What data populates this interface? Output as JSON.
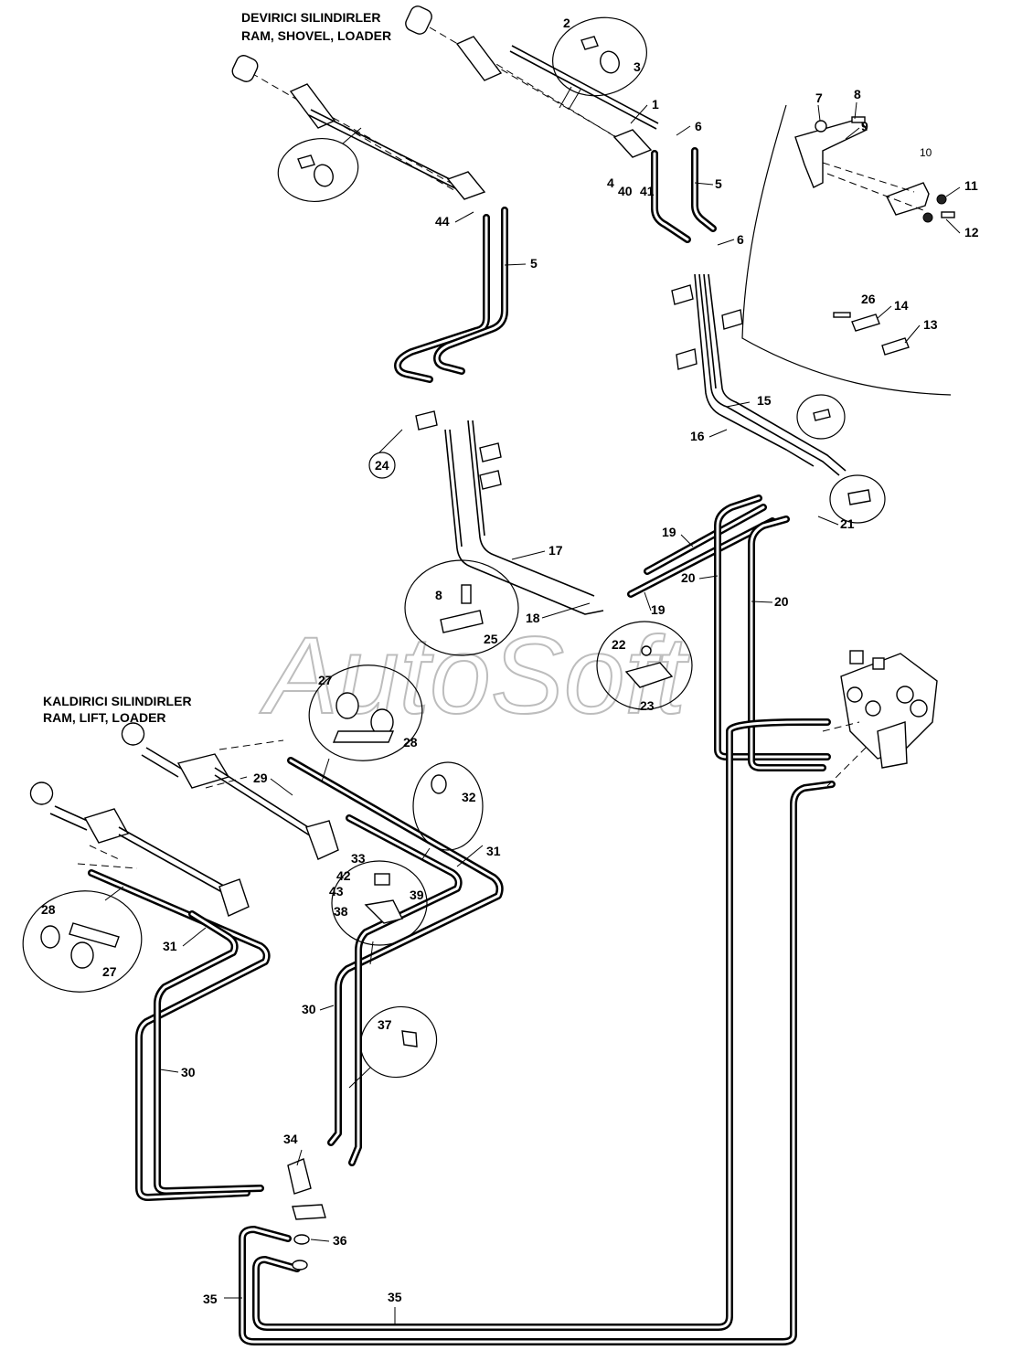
{
  "titles": {
    "shovel_tr": "DEVIRICI SILINDIRLER",
    "shovel_en": "RAM, SHOVEL, LOADER",
    "lift_tr": "KALDIRICI SILINDIRLER",
    "lift_en": "RAM, LIFT, LOADER"
  },
  "watermark": "AutoSoft",
  "callouts": {
    "c1": "1",
    "c2": "2",
    "c3": "3",
    "c4": "4",
    "c5a": "5",
    "c5b": "5",
    "c6a": "6",
    "c6b": "6",
    "c7": "7",
    "c8a": "8",
    "c8b": "8",
    "c9": "9",
    "c10": "10",
    "c11": "11",
    "c12": "12",
    "c13": "13",
    "c14": "14",
    "c15": "15",
    "c16": "16",
    "c17": "17",
    "c18": "18",
    "c19a": "19",
    "c19b": "19",
    "c20a": "20",
    "c20b": "20",
    "c21": "21",
    "c22": "22",
    "c23": "23",
    "c24": "24",
    "c25": "25",
    "c26": "26",
    "c27a": "27",
    "c27b": "27",
    "c28a": "28",
    "c28b": "28",
    "c29": "29",
    "c30a": "30",
    "c30b": "30",
    "c31a": "31",
    "c31b": "31",
    "c32": "32",
    "c33": "33",
    "c34": "34",
    "c35a": "35",
    "c35b": "35",
    "c36": "36",
    "c37": "37",
    "c38": "38",
    "c39": "39",
    "c40": "40",
    "c41": "41",
    "c42": "42",
    "c43": "43",
    "c44": "44"
  }
}
